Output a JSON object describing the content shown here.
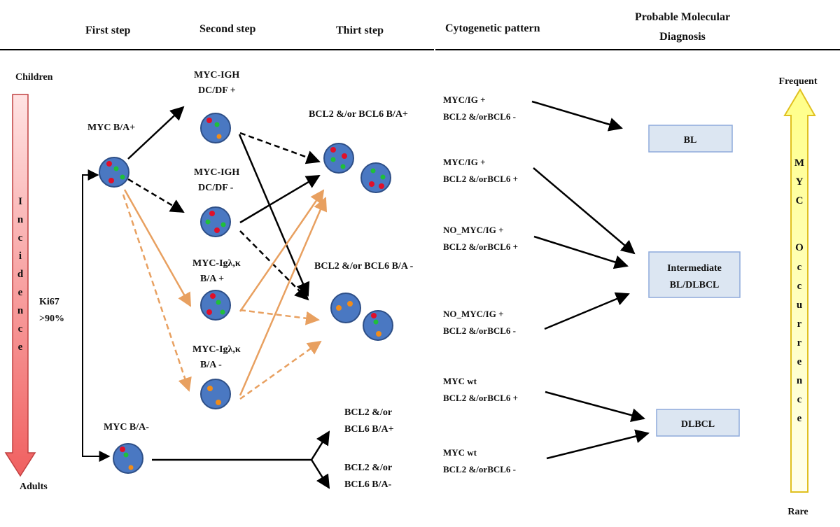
{
  "headers": {
    "first_step": "First step",
    "second_step": "Second step",
    "third_step": "Thirt step",
    "cytogenetic": "Cytogenetic pattern",
    "molecular_line1": "Probable Molecular",
    "molecular_line2": "Diagnosis"
  },
  "left_axis": {
    "top_label": "Children",
    "bottom_label": "Adults",
    "arrow_text": [
      "I",
      "n",
      "c",
      "i",
      "d",
      "e",
      "n",
      "c",
      "e"
    ],
    "ki67_line1": "Ki67",
    "ki67_line2": ">90%"
  },
  "right_axis": {
    "top_label": "Frequent",
    "bottom_label": "Rare",
    "arrow_text": [
      "M",
      "Y",
      "C",
      "",
      "O",
      "c",
      "c",
      "u",
      "r",
      "r",
      "e",
      "n",
      "c",
      "e"
    ]
  },
  "step1": {
    "myc_pos": "MYC B/A+",
    "myc_neg": "MYC B/A-"
  },
  "step2": {
    "igh_pos_l1": "MYC-IGH",
    "igh_pos_l2": "DC/DF +",
    "igh_neg_l1": "MYC-IGH",
    "igh_neg_l2": "DC/DF -",
    "igk_pos_l1": "MYC-Igλ,κ",
    "igk_pos_l2": "B/A +",
    "igk_neg_l1": "MYC-Igλ,κ",
    "igk_neg_l2": "B/A -"
  },
  "step3": {
    "bcl_pos": "BCL2 &/or BCL6 B/A+",
    "bcl_neg": "BCL2 &/or BCL6 B/A -",
    "bcl_pos2_l1": "BCL2 &/or",
    "bcl_pos2_l2": "BCL6 B/A+",
    "bcl_neg2_l1": "BCL2 &/or",
    "bcl_neg2_l2": "BCL6 B/A-"
  },
  "cytogenetic_patterns": [
    {
      "l1": "MYC/IG +",
      "l2": "BCL2 &/orBCL6 -"
    },
    {
      "l1": "MYC/IG +",
      "l2": "BCL2 &/orBCL6 +"
    },
    {
      "l1": "NO_MYC/IG +",
      "l2": "BCL2 &/orBCL6 +"
    },
    {
      "l1": "NO_MYC/IG +",
      "l2": "BCL2 &/orBCL6 -"
    },
    {
      "l1": "MYC wt",
      "l2": "BCL2 &/orBCL6 +"
    },
    {
      "l1": "MYC wt",
      "l2": "BCL2 &/orBCL6 -"
    }
  ],
  "diagnoses": {
    "bl": "BL",
    "intermediate_l1": "Intermediate",
    "intermediate_l2": "BL/DLBCL",
    "dlbcl": "DLBCL"
  },
  "colors": {
    "cell_fill": "#4a78c2",
    "cell_stroke": "#2e4f87",
    "red_signal": "#e0102a",
    "green_signal": "#1fbf3a",
    "orange_signal": "#f08c1a",
    "orange_arrow": "#e8a060",
    "box_fill": "#dce6f2",
    "box_stroke": "#8eaadb",
    "incidence_arrow": "#f08080",
    "occurrence_arrow": "#ffff99"
  }
}
